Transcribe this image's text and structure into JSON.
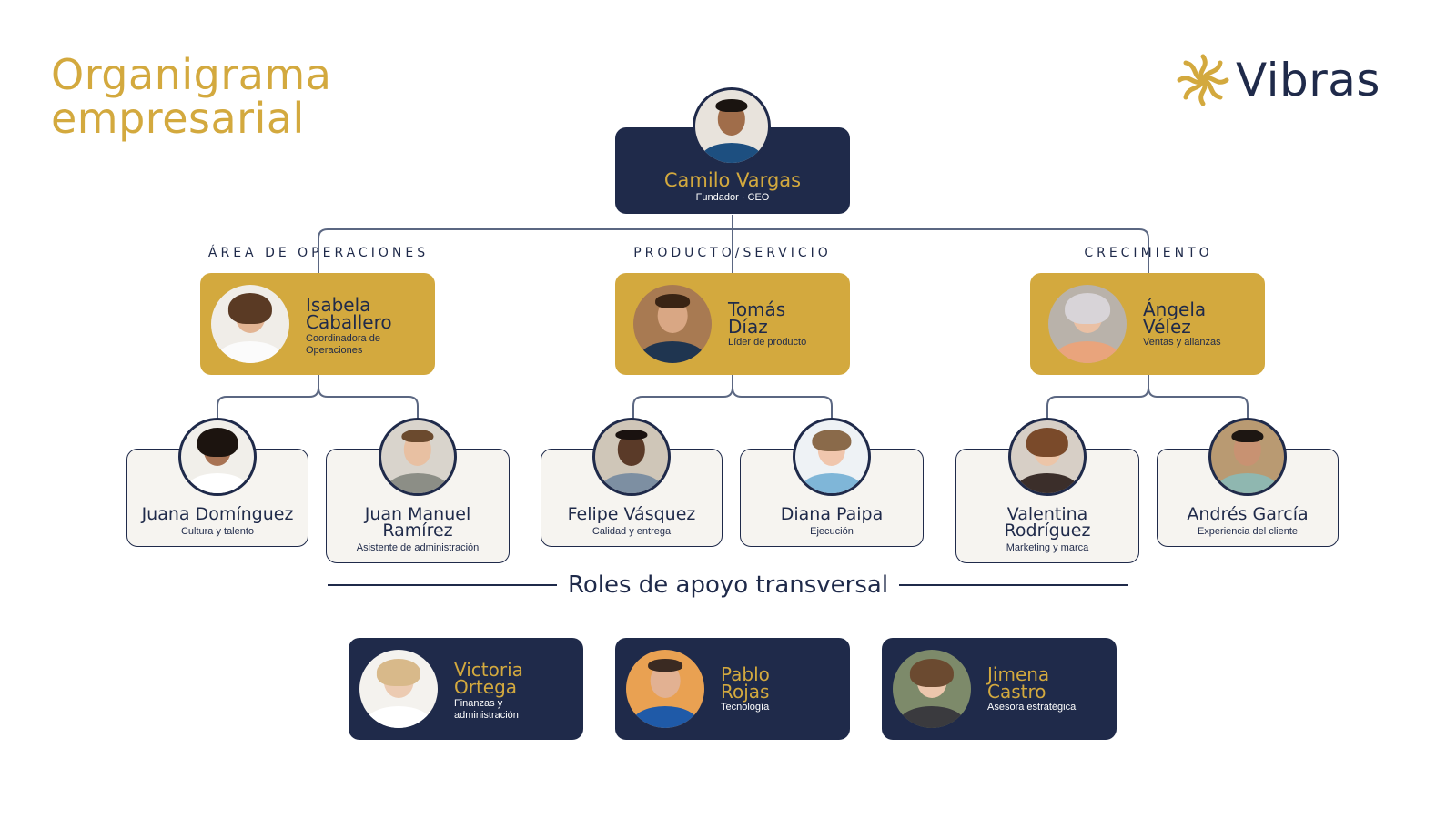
{
  "title": {
    "line1": "Organigrama",
    "line2": "empresarial"
  },
  "brand": {
    "name": "Vibras",
    "icon": "star-knot-logo-icon"
  },
  "colors": {
    "navy": "#1f2a4a",
    "gold": "#d3a93e",
    "light": "#f6f4f0",
    "white": "#ffffff"
  },
  "ceo": {
    "name": "Camilo Vargas",
    "role": "Fundador · CEO",
    "avatar": "person-photo-icon"
  },
  "departments": [
    {
      "label": "ÁREA DE OPERACIONES",
      "lead": {
        "name_line1": "Isabela",
        "name_line2": "Caballero",
        "role_line1": "Coordinadora de",
        "role_line2": "Operaciones"
      },
      "members": [
        {
          "name_line1": "Juana Domínguez",
          "name_line2": "",
          "role": "Cultura y talento"
        },
        {
          "name_line1": "Juan Manuel",
          "name_line2": "Ramírez",
          "role": "Asistente de administración"
        }
      ]
    },
    {
      "label": "PRODUCTO/SERVICIO",
      "lead": {
        "name_line1": "Tomás",
        "name_line2": "Díaz",
        "role_line1": "Líder de producto",
        "role_line2": ""
      },
      "members": [
        {
          "name_line1": "Felipe Vásquez",
          "name_line2": "",
          "role": "Calidad y entrega"
        },
        {
          "name_line1": "Diana Paipa",
          "name_line2": "",
          "role": "Ejecución"
        }
      ]
    },
    {
      "label": "CRECIMIENTO",
      "lead": {
        "name_line1": "Ángela",
        "name_line2": "Vélez",
        "role_line1": "Ventas y alianzas",
        "role_line2": ""
      },
      "members": [
        {
          "name_line1": "Valentina",
          "name_line2": "Rodríguez",
          "role": "Marketing y marca"
        },
        {
          "name_line1": "Andrés García",
          "name_line2": "",
          "role": "Experiencia del cliente"
        }
      ]
    }
  ],
  "support": {
    "title": "Roles de apoyo transversal",
    "people": [
      {
        "name_line1": "Victoria",
        "name_line2": "Ortega",
        "role_line1": "Finanzas y",
        "role_line2": "administración"
      },
      {
        "name_line1": "Pablo",
        "name_line2": "Rojas",
        "role_line1": "Tecnología",
        "role_line2": ""
      },
      {
        "name_line1": "Jimena",
        "name_line2": "Castro",
        "role_line1": "Asesora estratégica",
        "role_line2": ""
      }
    ]
  }
}
